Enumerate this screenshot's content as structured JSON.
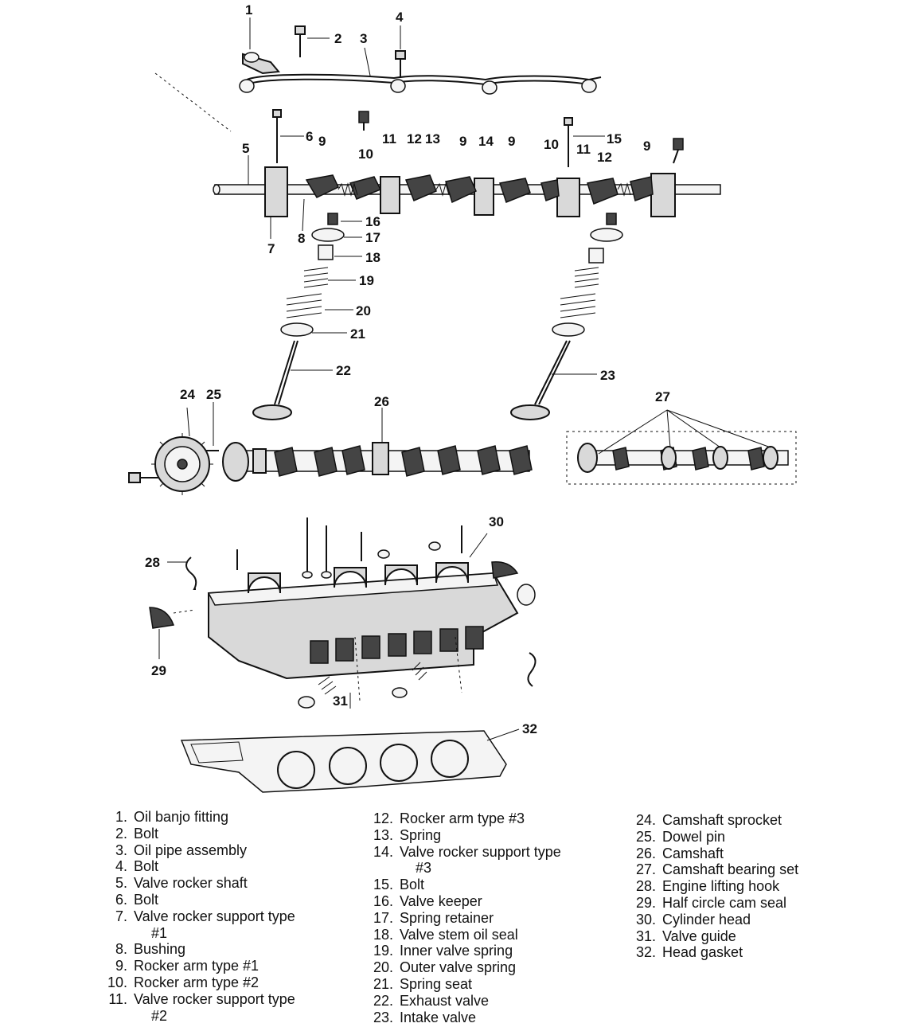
{
  "callouts": [
    "1",
    "2",
    "3",
    "4",
    "5",
    "6",
    "7",
    "8",
    "9",
    "10",
    "11",
    "12",
    "13",
    "14",
    "15",
    "16",
    "17",
    "18",
    "19",
    "20",
    "21",
    "22",
    "23",
    "24",
    "25",
    "26",
    "27",
    "28",
    "29",
    "30",
    "31",
    "32"
  ],
  "legend": {
    "col1": [
      {
        "num": "1.",
        "text": "Oil banjo fitting"
      },
      {
        "num": "2.",
        "text": "Bolt"
      },
      {
        "num": "3.",
        "text": "Oil pipe assembly"
      },
      {
        "num": "4.",
        "text": "Bolt"
      },
      {
        "num": "5.",
        "text": "Valve rocker shaft"
      },
      {
        "num": "6.",
        "text": "Bolt"
      },
      {
        "num": "7.",
        "text": "Valve rocker support type",
        "cont": "#1"
      },
      {
        "num": "8.",
        "text": "Bushing"
      },
      {
        "num": "9.",
        "text": "Rocker arm type #1"
      },
      {
        "num": "10.",
        "text": "Rocker arm type #2"
      },
      {
        "num": "11.",
        "text": "Valve rocker support type",
        "cont": "#2"
      }
    ],
    "col2": [
      {
        "num": "12.",
        "text": "Rocker arm type #3"
      },
      {
        "num": "13.",
        "text": "Spring"
      },
      {
        "num": "14.",
        "text": "Valve rocker support type",
        "cont": "#3"
      },
      {
        "num": "15.",
        "text": "Bolt"
      },
      {
        "num": "16.",
        "text": "Valve keeper"
      },
      {
        "num": "17.",
        "text": "Spring retainer"
      },
      {
        "num": "18.",
        "text": "Valve stem oil seal"
      },
      {
        "num": "19.",
        "text": "Inner valve spring"
      },
      {
        "num": "20.",
        "text": "Outer valve spring"
      },
      {
        "num": "21.",
        "text": "Spring seat"
      },
      {
        "num": "22.",
        "text": "Exhaust valve"
      },
      {
        "num": "23.",
        "text": "Intake valve"
      }
    ],
    "col3": [
      {
        "num": "24.",
        "text": "Camshaft sprocket"
      },
      {
        "num": "25.",
        "text": "Dowel pin"
      },
      {
        "num": "26.",
        "text": "Camshaft"
      },
      {
        "num": "27.",
        "text": "Camshaft bearing set"
      },
      {
        "num": "28.",
        "text": "Engine lifting hook"
      },
      {
        "num": "29.",
        "text": "Half circle cam seal"
      },
      {
        "num": "30.",
        "text": "Cylinder head"
      },
      {
        "num": "31.",
        "text": "Valve guide"
      },
      {
        "num": "32.",
        "text": "Head gasket"
      }
    ]
  }
}
